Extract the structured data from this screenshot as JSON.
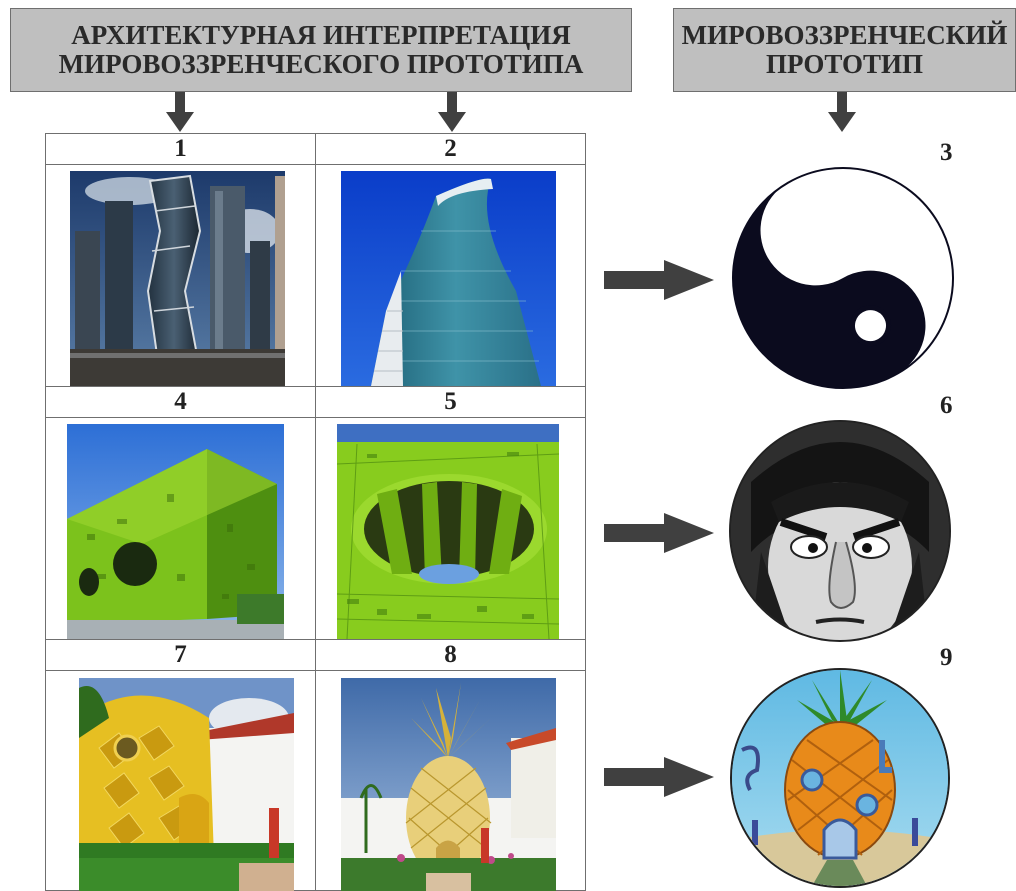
{
  "headers": {
    "left": {
      "line1": "АРХИТЕКТУРНАЯ ИНТЕРПРЕТАЦИЯ",
      "line2": "МИРОВОЗЗРЕНЧЕСКОГО ПРОТОТИПА"
    },
    "right": {
      "line1": "МИРОВОЗЗРЕНЧЕСКИЙ",
      "line2": "ПРОТОТИП"
    }
  },
  "rows": [
    {
      "left_num": "1",
      "mid_num": "2",
      "proto_num": "3"
    },
    {
      "left_num": "4",
      "mid_num": "5",
      "proto_num": "6"
    },
    {
      "left_num": "7",
      "mid_num": "8",
      "proto_num": "9"
    }
  ],
  "colors": {
    "header_bg": "#bfbfbf",
    "arrow": "#404040",
    "border": "#6f6f6f"
  }
}
